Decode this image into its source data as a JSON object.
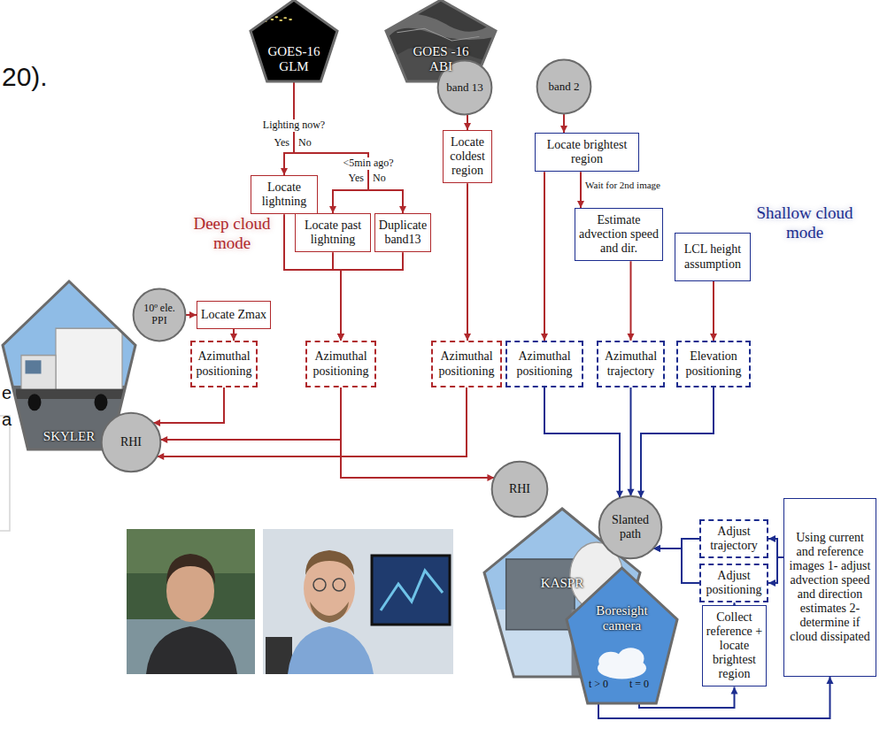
{
  "diagram": {
    "nodes": [
      {
        "text": [
          "GOES-16 GLM"
        ]
      },
      {
        "text": [
          "GOES -16 ABI"
        ]
      },
      {
        "text": [
          "band 13"
        ]
      },
      {
        "text": [
          "band 2"
        ]
      },
      {
        "text": [
          "Locate lightning"
        ]
      },
      {
        "text": [
          "Locate coldest region"
        ]
      },
      {
        "text": [
          "Locate brightest region"
        ]
      },
      {
        "text": [
          "Locate past lightning"
        ]
      },
      {
        "text": [
          "Duplicate band13"
        ]
      },
      {
        "text": [
          "Estimate advection speed and dir."
        ]
      },
      {
        "text": [
          "LCL height assumption"
        ]
      },
      {
        "text": [
          "10º ele. PPI"
        ]
      },
      {
        "text": [
          "Locate Zmax"
        ]
      },
      {
        "text": [
          "Azimuthal positioning"
        ]
      },
      {
        "text": [
          "Azimuthal positioning"
        ]
      },
      {
        "text": [
          "Azimuthal positioning"
        ]
      },
      {
        "text": [
          "Azimuthal positioning"
        ]
      },
      {
        "text": [
          "Azimuthal trajectory"
        ]
      },
      {
        "text": [
          "Elevation positioning"
        ]
      },
      {
        "text": [
          "SKYLER"
        ]
      },
      {
        "text": [
          "RHI"
        ]
      },
      {
        "text": [
          "RHI"
        ]
      },
      {
        "text": [
          "Slanted path"
        ]
      },
      {
        "text": [
          "KASPR"
        ]
      },
      {
        "text": [
          "Adjust trajectory"
        ]
      },
      {
        "text": [
          "Adjust positioning"
        ]
      },
      {
        "text": [
          "Using current and reference images 1- adjust advection speed and direction estimates 2- determine if cloud dissipated"
        ]
      },
      {
        "text": [
          "Boresight camera"
        ]
      },
      {
        "text": [
          "Collect reference + locate brightest region"
        ]
      }
    ],
    "edges": [
      {
        "from": 0,
        "to": 4,
        "arrow": "to"
      },
      {
        "from": 0,
        "to": 7,
        "arrow": "to"
      },
      {
        "from": 0,
        "to": 8,
        "arrow": "to"
      },
      {
        "from": 2,
        "to": 5,
        "arrow": "to"
      },
      {
        "from": 3,
        "to": 6,
        "arrow": "to"
      },
      {
        "from": 6,
        "to": 9,
        "label": "Wait for 2nd image",
        "arrow": "to"
      },
      {
        "from": 6,
        "to": 16,
        "arrow": "to"
      },
      {
        "from": 9,
        "to": 17,
        "arrow": "to"
      },
      {
        "from": 10,
        "to": 18,
        "arrow": "to"
      },
      {
        "from": 4,
        "to": 14,
        "arrow": "to"
      },
      {
        "from": 7,
        "to": 14,
        "arrow": "to"
      },
      {
        "from": 8,
        "to": 14,
        "arrow": "to"
      },
      {
        "from": 5,
        "to": 15,
        "arrow": "to"
      },
      {
        "from": 11,
        "to": 12,
        "arrow": "to"
      },
      {
        "from": 12,
        "to": 13,
        "arrow": "to"
      },
      {
        "from": 13,
        "to": 20,
        "arrow": "to"
      },
      {
        "from": 14,
        "to": 20,
        "arrow": "to"
      },
      {
        "from": 14,
        "to": 21,
        "arrow": "to"
      },
      {
        "from": 15,
        "to": 20,
        "arrow": "to"
      },
      {
        "from": 16,
        "to": 22,
        "arrow": "to"
      },
      {
        "from": 17,
        "to": 22,
        "arrow": "to"
      },
      {
        "from": 18,
        "to": 22,
        "arrow": "to"
      },
      {
        "from": 24,
        "to": 22,
        "arrow": "to"
      },
      {
        "from": 25,
        "to": 22,
        "arrow": "to"
      },
      {
        "from": 26,
        "to": 24,
        "arrow": "to"
      },
      {
        "from": 26,
        "to": 25,
        "arrow": "to"
      },
      {
        "from": 28,
        "to": 25,
        "arrow": "to"
      },
      {
        "from": 27,
        "to": 26,
        "label": "t > 0",
        "arrow": "to"
      },
      {
        "from": 27,
        "to": 28,
        "label": "t = 0",
        "arrow": "to"
      }
    ],
    "labels": [
      "20).",
      "e",
      "a",
      "Lighting now?",
      "Yes",
      "No",
      "<5min ago?",
      "Yes",
      "No",
      "Deep cloud mode",
      "Shallow cloud mode"
    ]
  }
}
